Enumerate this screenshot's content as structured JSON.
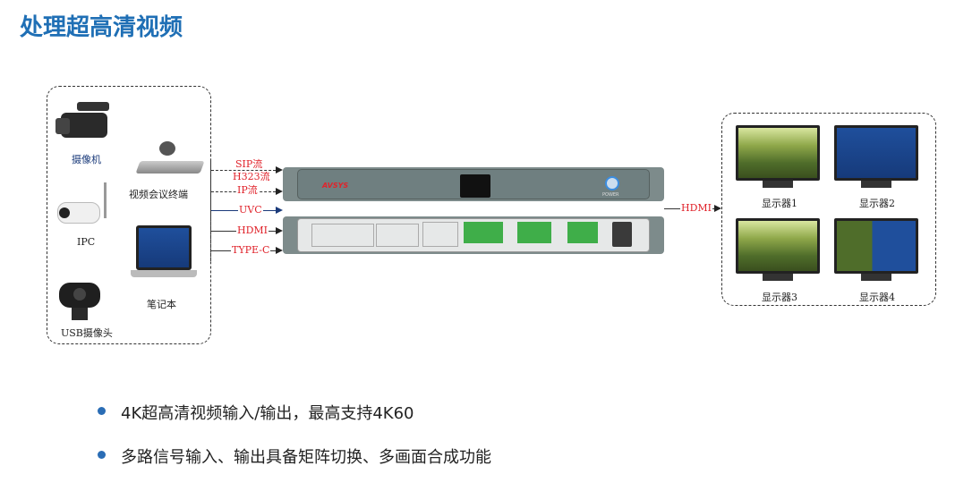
{
  "title": "处理超高清视频",
  "sources": {
    "camera": "摄像机",
    "conference": "视频会议终端",
    "ipc": "IPC",
    "laptop": "笔记本",
    "usb_camera": "USB摄像头"
  },
  "signals": {
    "sip": "SIP流",
    "h323": "H323流",
    "ip": "IP流",
    "uvc": "UVC",
    "hdmi": "HDMI",
    "typec": "TYPE-C",
    "hdmi_out": "HDMI"
  },
  "device": {
    "brand": "AVSYS",
    "power": "POWER"
  },
  "displays": [
    "显示器1",
    "显示器2",
    "显示器3",
    "显示器4"
  ],
  "features": [
    "4K超高清视频输入/输出，最高支持4K60",
    "多路信号输入、输出具备矩阵切换、多画面合成功能"
  ],
  "colors": {
    "title": "#1f6fb5",
    "signal": "#e0232b",
    "bullet": "#2a6db5"
  }
}
